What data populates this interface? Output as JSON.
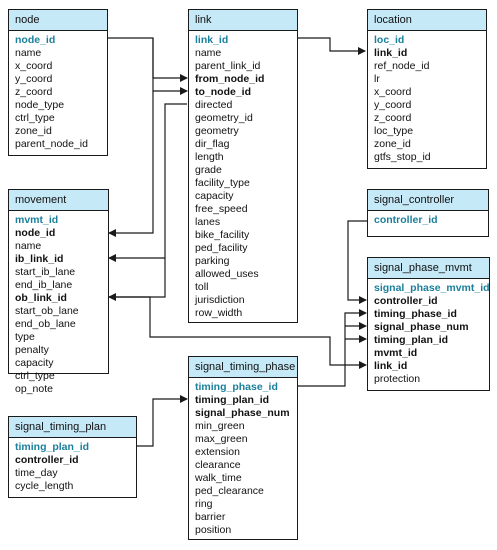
{
  "colors": {
    "header_bg": "#c5e9f7",
    "primary_key": "#1a7f9c",
    "line": "#1a1a1a"
  },
  "tables": {
    "node": {
      "title": "node",
      "fields": [
        {
          "name": "node_id",
          "kind": "pk"
        },
        {
          "name": "name",
          "kind": ""
        },
        {
          "name": "x_coord",
          "kind": ""
        },
        {
          "name": "y_coord",
          "kind": ""
        },
        {
          "name": "z_coord",
          "kind": ""
        },
        {
          "name": "node_type",
          "kind": ""
        },
        {
          "name": "ctrl_type",
          "kind": ""
        },
        {
          "name": "zone_id",
          "kind": ""
        },
        {
          "name": "parent_node_id",
          "kind": ""
        }
      ]
    },
    "link": {
      "title": "link",
      "fields": [
        {
          "name": "link_id",
          "kind": "pk"
        },
        {
          "name": "name",
          "kind": ""
        },
        {
          "name": "parent_link_id",
          "kind": ""
        },
        {
          "name": "from_node_id",
          "kind": "fk"
        },
        {
          "name": "to_node_id",
          "kind": "fk"
        },
        {
          "name": "directed",
          "kind": ""
        },
        {
          "name": "geometry_id",
          "kind": ""
        },
        {
          "name": "geometry",
          "kind": ""
        },
        {
          "name": "dir_flag",
          "kind": ""
        },
        {
          "name": "length",
          "kind": ""
        },
        {
          "name": "grade",
          "kind": ""
        },
        {
          "name": "facility_type",
          "kind": ""
        },
        {
          "name": "capacity",
          "kind": ""
        },
        {
          "name": "free_speed",
          "kind": ""
        },
        {
          "name": "lanes",
          "kind": ""
        },
        {
          "name": "bike_facility",
          "kind": ""
        },
        {
          "name": "ped_facility",
          "kind": ""
        },
        {
          "name": "parking",
          "kind": ""
        },
        {
          "name": "allowed_uses",
          "kind": ""
        },
        {
          "name": "toll",
          "kind": ""
        },
        {
          "name": "jurisdiction",
          "kind": ""
        },
        {
          "name": "row_width",
          "kind": ""
        }
      ]
    },
    "location": {
      "title": "location",
      "fields": [
        {
          "name": "loc_id",
          "kind": "pk"
        },
        {
          "name": "link_id",
          "kind": "fk"
        },
        {
          "name": "ref_node_id",
          "kind": ""
        },
        {
          "name": "lr",
          "kind": ""
        },
        {
          "name": "x_coord",
          "kind": ""
        },
        {
          "name": "y_coord",
          "kind": ""
        },
        {
          "name": "z_coord",
          "kind": ""
        },
        {
          "name": "loc_type",
          "kind": ""
        },
        {
          "name": "zone_id",
          "kind": ""
        },
        {
          "name": "gtfs_stop_id",
          "kind": ""
        }
      ]
    },
    "movement": {
      "title": "movement",
      "fields": [
        {
          "name": "mvmt_id",
          "kind": "pk"
        },
        {
          "name": "node_id",
          "kind": "fk"
        },
        {
          "name": "name",
          "kind": ""
        },
        {
          "name": "ib_link_id",
          "kind": "fk"
        },
        {
          "name": "start_ib_lane",
          "kind": ""
        },
        {
          "name": "end_ib_lane",
          "kind": ""
        },
        {
          "name": "ob_link_id",
          "kind": "fk"
        },
        {
          "name": "start_ob_lane",
          "kind": ""
        },
        {
          "name": "end_ob_lane",
          "kind": ""
        },
        {
          "name": "type",
          "kind": ""
        },
        {
          "name": "penalty",
          "kind": ""
        },
        {
          "name": "capacity",
          "kind": ""
        },
        {
          "name": "ctrl_type",
          "kind": ""
        },
        {
          "name": "op_note",
          "kind": ""
        }
      ]
    },
    "signal_controller": {
      "title": "signal_controller",
      "fields": [
        {
          "name": "controller_id",
          "kind": "pk"
        }
      ]
    },
    "signal_phase_mvmt": {
      "title": "signal_phase_mvmt",
      "fields": [
        {
          "name": "signal_phase_mvmt_id",
          "kind": "pk"
        },
        {
          "name": "controller_id",
          "kind": "fk"
        },
        {
          "name": "timing_phase_id",
          "kind": "fk"
        },
        {
          "name": "signal_phase_num",
          "kind": "fk"
        },
        {
          "name": "timing_plan_id",
          "kind": "fk"
        },
        {
          "name": "mvmt_id",
          "kind": "fk"
        },
        {
          "name": "link_id",
          "kind": "fk"
        },
        {
          "name": "protection",
          "kind": ""
        }
      ]
    },
    "signal_timing_phase": {
      "title": "signal_timing_phase",
      "fields": [
        {
          "name": "timing_phase_id",
          "kind": "pk"
        },
        {
          "name": "timing_plan_id",
          "kind": "fk"
        },
        {
          "name": "signal_phase_num",
          "kind": "fk"
        },
        {
          "name": "min_green",
          "kind": ""
        },
        {
          "name": "max_green",
          "kind": ""
        },
        {
          "name": "extension",
          "kind": ""
        },
        {
          "name": "clearance",
          "kind": ""
        },
        {
          "name": "walk_time",
          "kind": ""
        },
        {
          "name": "ped_clearance",
          "kind": ""
        },
        {
          "name": "ring",
          "kind": ""
        },
        {
          "name": "barrier",
          "kind": ""
        },
        {
          "name": "position",
          "kind": ""
        }
      ]
    },
    "signal_timing_plan": {
      "title": "signal_timing_plan",
      "fields": [
        {
          "name": "timing_plan_id",
          "kind": "pk"
        },
        {
          "name": "controller_id",
          "kind": "fk"
        },
        {
          "name": "time_day",
          "kind": ""
        },
        {
          "name": "cycle_length",
          "kind": ""
        }
      ]
    }
  }
}
